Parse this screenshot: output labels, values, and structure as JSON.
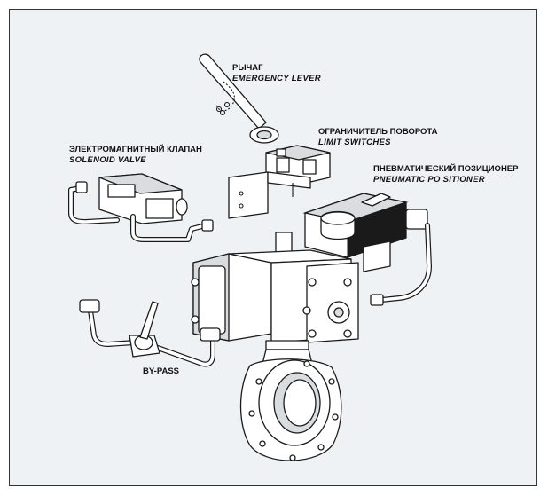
{
  "labels": {
    "lever_ru": "РЫЧАГ",
    "lever_en": "EMERGENCY  LEVER",
    "limit_ru": "ОГРАНИЧИТЕЛЬ ПОВОРОТА",
    "limit_en": "LIMIT  SWITCHES",
    "solenoid_ru": "ЭЛЕКТРОМАГНИТНЫЙ КЛАПАН",
    "solenoid_en": "SOLENOID  VALVE",
    "positioner_ru": "ПНЕВМАТИЧЕСКИЙ ПОЗИЦИОНЕР",
    "positioner_en": "PNEUMATIC PO SITIONER",
    "bypass": "BY-PASS"
  },
  "colors": {
    "background": "#eef2f5",
    "frame": "#333333",
    "ink": "#1a1a1a"
  }
}
